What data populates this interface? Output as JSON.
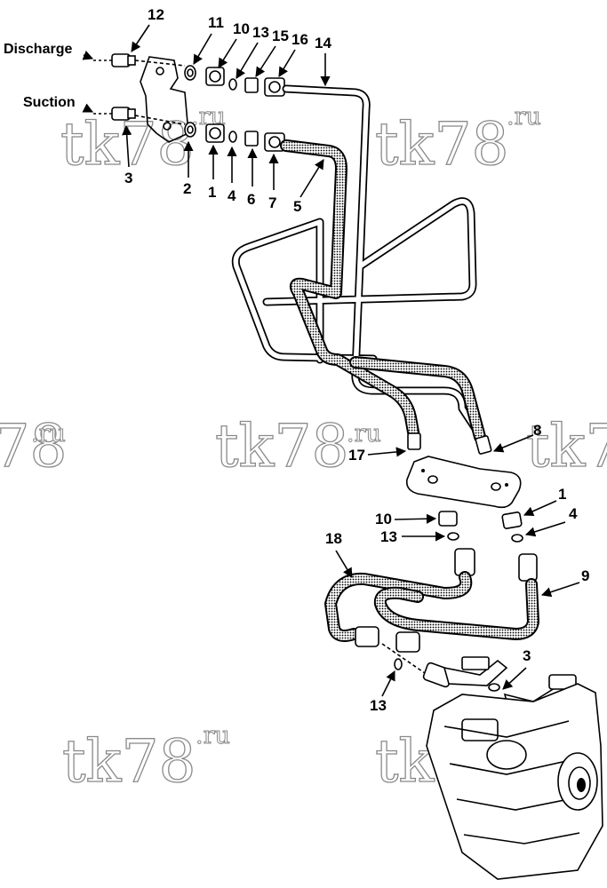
{
  "labels": {
    "discharge": "Discharge",
    "suction": "Suction"
  },
  "watermark": {
    "main": "tk78",
    "suffix": ".ru"
  },
  "callouts": [
    "12",
    "11",
    "10",
    "13",
    "15",
    "16",
    "14",
    "3",
    "2",
    "1",
    "4",
    "6",
    "7",
    "5",
    "17",
    "8",
    "1",
    "10",
    "4",
    "13",
    "18",
    "9",
    "3",
    "13"
  ]
}
